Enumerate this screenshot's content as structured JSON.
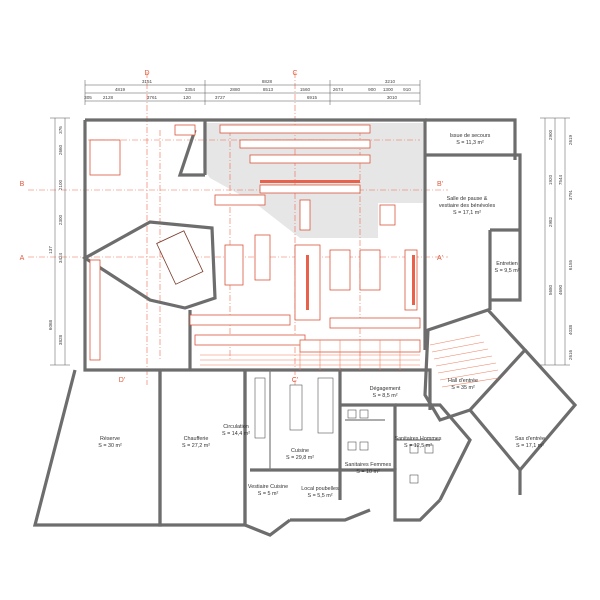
{
  "plan": {
    "rooms": [
      {
        "id": "issue",
        "name": "Issue de secours",
        "area": "S = 11,3 m²"
      },
      {
        "id": "pause",
        "name": "Salle de pause &",
        "name2": "vestiaire des bénévoles",
        "area": "S = 17,1 m²"
      },
      {
        "id": "entretien",
        "name": "Entretien",
        "area": "S = 9,5 m²"
      },
      {
        "id": "hall",
        "name": "Hall d'entrée",
        "area": "S = 35 m²"
      },
      {
        "id": "sas",
        "name": "Sas d'entrée",
        "area": "S = 17,1 m²"
      },
      {
        "id": "degagement",
        "name": "Dégagement",
        "area": "S = 8,5 m²"
      },
      {
        "id": "sanit_h",
        "name": "Sanitaires Hommes",
        "area": "S = 12,5 m²"
      },
      {
        "id": "sanit_f",
        "name": "Sanitaires Femmes",
        "area": "S = 10 m²"
      },
      {
        "id": "reserve",
        "name": "Réserve",
        "area": "S = 30 m²"
      },
      {
        "id": "chaufferie",
        "name": "Chaufferie",
        "area": "S = 27,2 m²"
      },
      {
        "id": "circulation",
        "name": "Circulation",
        "area": "S = 14,4 m²"
      },
      {
        "id": "cuisine",
        "name": "Cuisine",
        "area": "S = 29,8 m²"
      },
      {
        "id": "vestiaire",
        "name": "Vestiaire Cuisine",
        "area": "S = 5 m²"
      },
      {
        "id": "poubelles",
        "name": "Local poubelles",
        "area": "S = 5,5 m²"
      }
    ],
    "section_marks": {
      "a": "A",
      "a_prime": "A'",
      "b": "B",
      "b_prime": "B'",
      "c": "C",
      "c_prime": "C'",
      "d": "D",
      "d_prime": "D'"
    },
    "top_dims": {
      "row1": [
        "3151",
        "8828",
        "3210"
      ],
      "row2": [
        "4819",
        "3354",
        "2880",
        "8513",
        "1560",
        "2674",
        "900",
        "1300",
        "910"
      ],
      "row3": [
        "305",
        "2128",
        "3761",
        "120",
        "3727",
        "6915",
        "3010"
      ]
    },
    "left_dims": {
      "row1": [
        "137",
        "6068"
      ],
      "row2": [
        "376",
        "2660",
        "2100",
        "2300",
        "3424",
        "3828"
      ]
    },
    "right_dims": {
      "row1": [
        "2900",
        "1920",
        "2982",
        "5680",
        "4690"
      ],
      "row2": [
        "2619",
        "3791",
        "7544",
        "6155",
        "4038",
        "2616"
      ]
    },
    "colors": {
      "wall": "#6d6d6d",
      "accent": "#e8614a",
      "zone": "#e6e6e6"
    }
  }
}
